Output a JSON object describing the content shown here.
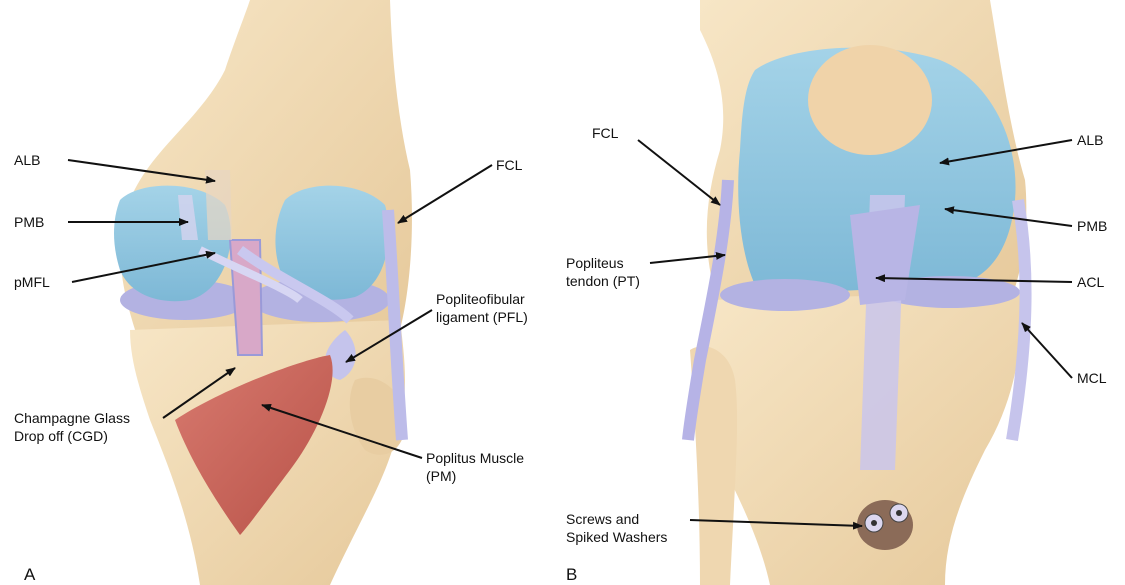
{
  "panels": [
    {
      "letter": "A",
      "labels": {
        "alb": "ALB",
        "pmb": "PMB",
        "pmfl": "pMFL",
        "fcl": "FCL",
        "pfl": "Popliteofibular\nligament (PFL)",
        "cgd": "Champagne Glass\nDrop off (CGD)",
        "pm": "Poplitus Muscle\n(PM)"
      }
    },
    {
      "letter": "B",
      "labels": {
        "fcl": "FCL",
        "alb": "ALB",
        "pmb": "PMB",
        "pt": "Popliteus\ntendon (PT)",
        "acl": "ACL",
        "mcl": "MCL",
        "screws": "Screws and\nSpiked Washers"
      }
    }
  ],
  "colors": {
    "bone": "#f3dcb6",
    "bone_shadow": "#e2c393",
    "cartilage": "#8fc7e0",
    "ligament": "#b9b6e6",
    "muscle": "#c9645a",
    "arrow": "#111111"
  }
}
